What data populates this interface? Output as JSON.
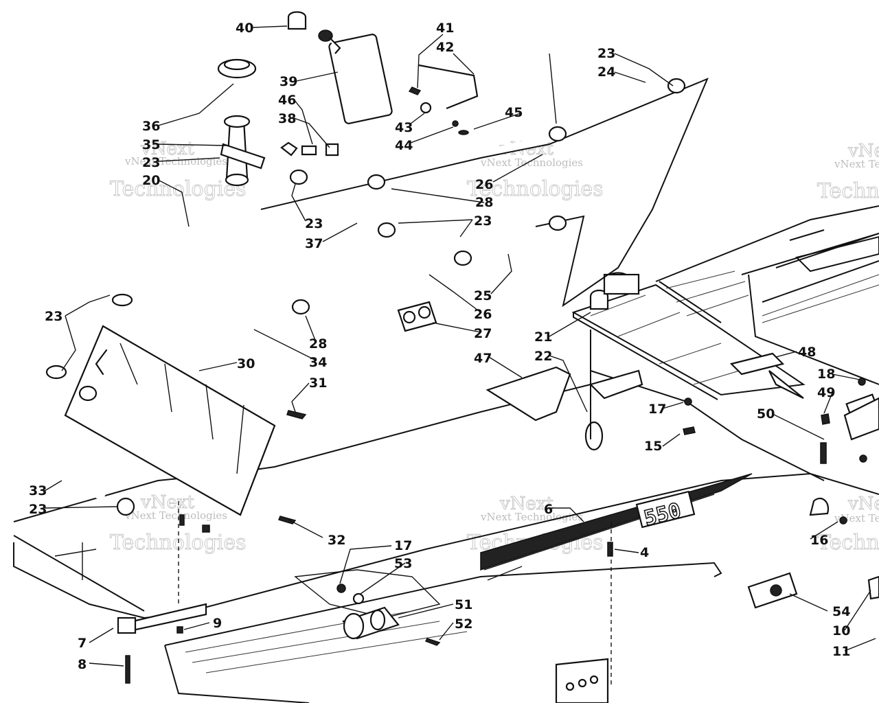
{
  "watermark": {
    "small": "vNext Technologies",
    "large": "Technologies",
    "top": "vNext"
  },
  "emblem_text": "550",
  "callouts": [
    {
      "id": "c40",
      "text": "40"
    },
    {
      "id": "c41",
      "text": "41"
    },
    {
      "id": "c42",
      "text": "42"
    },
    {
      "id": "c39",
      "text": "39"
    },
    {
      "id": "c23a",
      "text": "23"
    },
    {
      "id": "c24",
      "text": "24"
    },
    {
      "id": "c36",
      "text": "36"
    },
    {
      "id": "c46",
      "text": "46"
    },
    {
      "id": "c38",
      "text": "38"
    },
    {
      "id": "c43",
      "text": "43"
    },
    {
      "id": "c45",
      "text": "45"
    },
    {
      "id": "c44",
      "text": "44"
    },
    {
      "id": "c35",
      "text": "35"
    },
    {
      "id": "c23b",
      "text": "23"
    },
    {
      "id": "c20",
      "text": "20"
    },
    {
      "id": "c26a",
      "text": "26"
    },
    {
      "id": "c28a",
      "text": "28"
    },
    {
      "id": "c23c",
      "text": "23"
    },
    {
      "id": "c23d",
      "text": "23"
    },
    {
      "id": "c37",
      "text": "37"
    },
    {
      "id": "c25",
      "text": "25"
    },
    {
      "id": "c26b",
      "text": "26"
    },
    {
      "id": "c27",
      "text": "27"
    },
    {
      "id": "c23e",
      "text": "23"
    },
    {
      "id": "c28b",
      "text": "28"
    },
    {
      "id": "c34",
      "text": "34"
    },
    {
      "id": "c21",
      "text": "21"
    },
    {
      "id": "c30",
      "text": "30"
    },
    {
      "id": "c47",
      "text": "47"
    },
    {
      "id": "c22",
      "text": "22"
    },
    {
      "id": "c48",
      "text": "48"
    },
    {
      "id": "c31",
      "text": "31"
    },
    {
      "id": "c18",
      "text": "18"
    },
    {
      "id": "c49",
      "text": "49"
    },
    {
      "id": "c17a",
      "text": "17"
    },
    {
      "id": "c50",
      "text": "50"
    },
    {
      "id": "c15",
      "text": "15"
    },
    {
      "id": "c33",
      "text": "33"
    },
    {
      "id": "c23f",
      "text": "23"
    },
    {
      "id": "c6",
      "text": "6"
    },
    {
      "id": "c32",
      "text": "32"
    },
    {
      "id": "c17b",
      "text": "17"
    },
    {
      "id": "c4",
      "text": "4"
    },
    {
      "id": "c16",
      "text": "16"
    },
    {
      "id": "c53",
      "text": "53"
    },
    {
      "id": "c51",
      "text": "51"
    },
    {
      "id": "c52",
      "text": "52"
    },
    {
      "id": "c9",
      "text": "9"
    },
    {
      "id": "c7",
      "text": "7"
    },
    {
      "id": "c54",
      "text": "54"
    },
    {
      "id": "c8",
      "text": "8"
    },
    {
      "id": "c10",
      "text": "10"
    },
    {
      "id": "c11",
      "text": "11"
    }
  ]
}
